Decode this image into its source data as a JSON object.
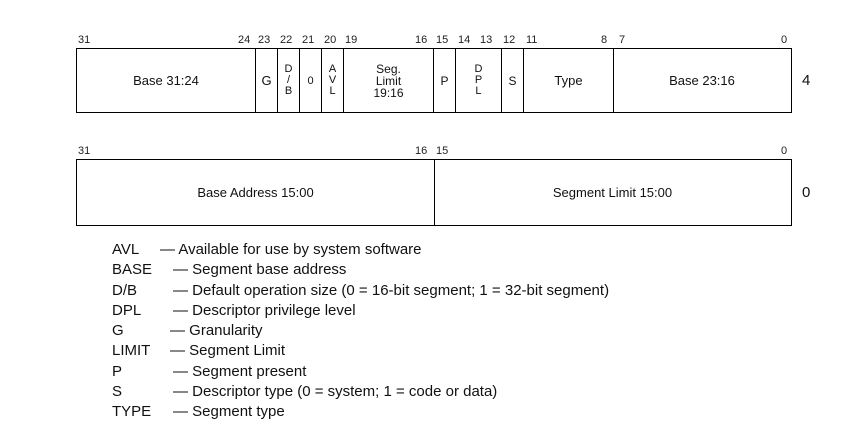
{
  "top_row": {
    "bit_labels": [
      "31",
      "24",
      "23",
      "22",
      "21",
      "20",
      "19",
      "16",
      "15",
      "14",
      "13",
      "12",
      "11",
      "8",
      "7",
      "0"
    ],
    "fields": {
      "base_31_24": "Base 31:24",
      "g": "G",
      "db": "D\n/\nB",
      "zero": "0",
      "avl": "A\nV\nL",
      "seg_limit": "Seg.\nLimit\n19:16",
      "p": "P",
      "dpl": "D\nP\nL",
      "s": "S",
      "type": "Type",
      "base_23_16": "Base 23:16"
    },
    "offset": "4"
  },
  "bottom_row": {
    "bit_labels": [
      "31",
      "16",
      "15",
      "0"
    ],
    "fields": {
      "base_address": "Base Address 15:00",
      "segment_limit": "Segment Limit 15:00"
    },
    "offset": "0"
  },
  "legend": [
    {
      "abbr": "AVL",
      "desc": "— Available for use by system software"
    },
    {
      "abbr": "BASE",
      "desc": "— Segment base address"
    },
    {
      "abbr": "D/B",
      "desc": "— Default operation size (0 = 16-bit segment; 1 = 32-bit segment)"
    },
    {
      "abbr": "DPL",
      "desc": "— Descriptor privilege level"
    },
    {
      "abbr": "G",
      "desc": "— Granularity"
    },
    {
      "abbr": "LIMIT",
      "desc": "— Segment Limit"
    },
    {
      "abbr": "P",
      "desc": "— Segment present"
    },
    {
      "abbr": "S",
      "desc": "— Descriptor type (0 = system; 1 = code or data)"
    },
    {
      "abbr": "TYPE",
      "desc": "— Segment type"
    }
  ]
}
